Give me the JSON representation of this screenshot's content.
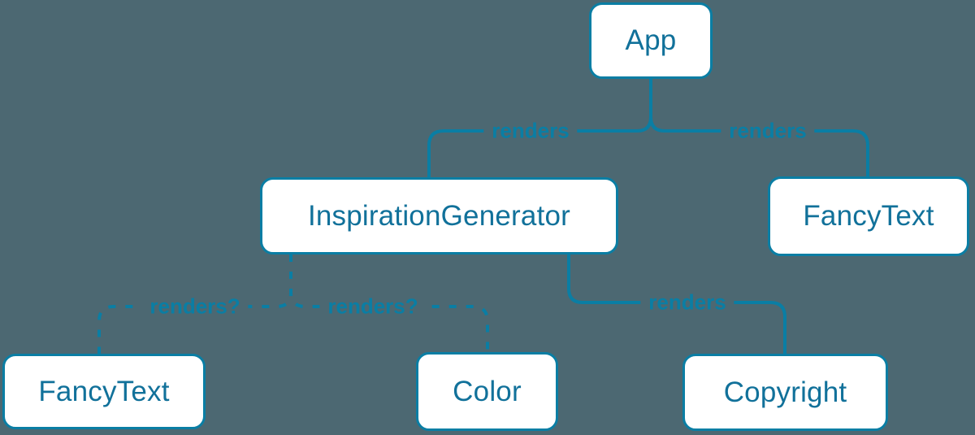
{
  "diagram": {
    "title": "react-render-tree",
    "background_color": "#4c6872",
    "accent_color": "#0a7ea4",
    "node_fill_color": "#ffffff",
    "node_text_color": "#11719a"
  },
  "nodes": [
    {
      "id": "app",
      "label": "App"
    },
    {
      "id": "inspiration-generator",
      "label": "InspirationGenerator"
    },
    {
      "id": "fancy-text-top",
      "label": "FancyText"
    },
    {
      "id": "fancy-text-bottom",
      "label": "FancyText"
    },
    {
      "id": "color",
      "label": "Color"
    },
    {
      "id": "copyright",
      "label": "Copyright"
    }
  ],
  "edges": [
    {
      "from": "app",
      "to": "inspiration-generator",
      "label": "renders",
      "style": "solid"
    },
    {
      "from": "app",
      "to": "fancy-text-top",
      "label": "renders",
      "style": "solid"
    },
    {
      "from": "inspiration-generator",
      "to": "copyright",
      "label": "renders",
      "style": "solid"
    },
    {
      "from": "inspiration-generator",
      "to": "fancy-text-bottom",
      "label": "renders?",
      "style": "dashed"
    },
    {
      "from": "inspiration-generator",
      "to": "color",
      "label": "renders?",
      "style": "dashed"
    }
  ]
}
